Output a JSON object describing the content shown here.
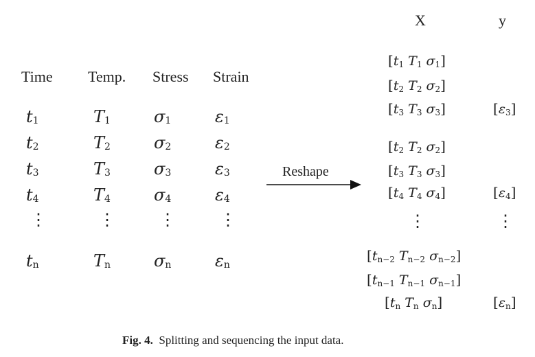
{
  "figure": {
    "headers": {
      "time": "Time",
      "temp": "Temp.",
      "stress": "Stress",
      "strain": "Strain"
    },
    "rows": [
      {
        "t": "t",
        "ts": "1",
        "T": "T",
        "Ts": "1",
        "s": "σ",
        "ss": "1",
        "e": "ε",
        "es": "1"
      },
      {
        "t": "t",
        "ts": "2",
        "T": "T",
        "Ts": "2",
        "s": "σ",
        "ss": "2",
        "e": "ε",
        "es": "2"
      },
      {
        "t": "t",
        "ts": "3",
        "T": "T",
        "Ts": "3",
        "s": "σ",
        "ss": "3",
        "e": "ε",
        "es": "3"
      },
      {
        "t": "t",
        "ts": "4",
        "T": "T",
        "Ts": "4",
        "s": "σ",
        "ss": "4",
        "e": "ε",
        "es": "4"
      },
      {
        "t": "t",
        "ts": "n",
        "T": "T",
        "Ts": "n",
        "s": "σ",
        "ss": "n",
        "e": "ε",
        "es": "n"
      }
    ],
    "vdots": "⋮",
    "arrow_label": "Reshape",
    "x_label": "X",
    "y_label": "y",
    "x_rows": [
      {
        "a": "t",
        "as": "1",
        "b": "T",
        "bs": "1",
        "c": "σ",
        "cs": "1"
      },
      {
        "a": "t",
        "as": "2",
        "b": "T",
        "bs": "2",
        "c": "σ",
        "cs": "2"
      },
      {
        "a": "t",
        "as": "3",
        "b": "T",
        "bs": "3",
        "c": "σ",
        "cs": "3"
      },
      {
        "a": "t",
        "as": "2",
        "b": "T",
        "bs": "2",
        "c": "σ",
        "cs": "2"
      },
      {
        "a": "t",
        "as": "3",
        "b": "T",
        "bs": "3",
        "c": "σ",
        "cs": "3"
      },
      {
        "a": "t",
        "as": "4",
        "b": "T",
        "bs": "4",
        "c": "σ",
        "cs": "4"
      },
      {
        "a": "t",
        "as": "n−2",
        "b": "T",
        "bs": "n−2",
        "c": "σ",
        "cs": "n−2"
      },
      {
        "a": "t",
        "as": "n−1",
        "b": "T",
        "bs": "n−1",
        "c": "σ",
        "cs": "n−1"
      },
      {
        "a": "t",
        "as": "n",
        "b": "T",
        "bs": "n",
        "c": "σ",
        "cs": "n"
      }
    ],
    "y_rows": [
      {
        "v": "ε",
        "vs": "3"
      },
      {
        "v": "ε",
        "vs": "4"
      },
      {
        "v": "ε",
        "vs": "n"
      }
    ]
  },
  "caption": {
    "label": "Fig. 4.",
    "text": "Splitting and sequencing the input data."
  }
}
